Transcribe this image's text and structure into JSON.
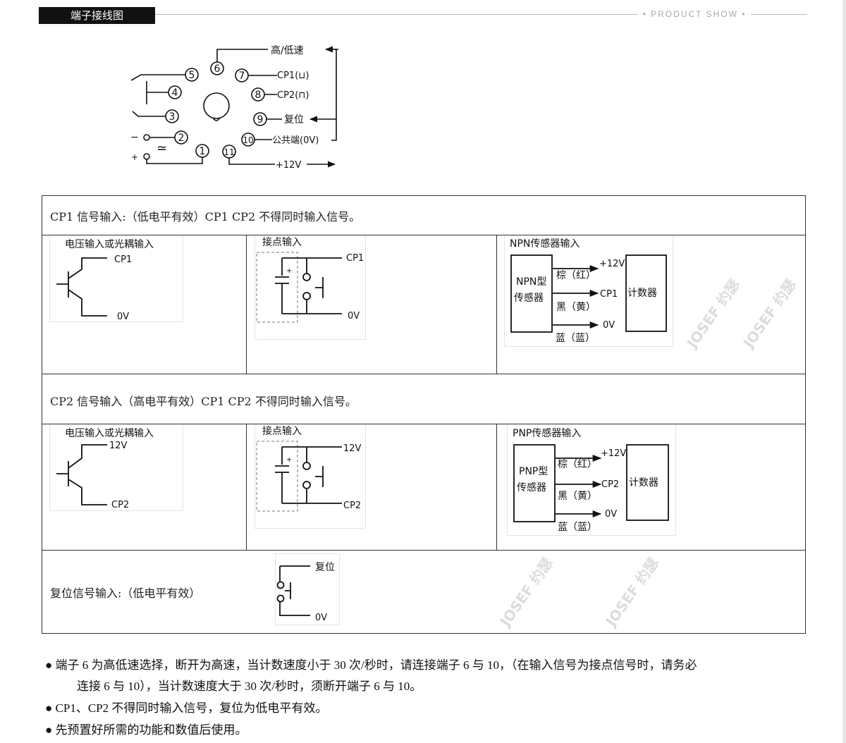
{
  "header": {
    "title": "端子接线图",
    "tagline": "PRODUCT SHOW"
  },
  "terminal_diagram": {
    "pins": [
      "1",
      "2",
      "3",
      "4",
      "5",
      "6",
      "7",
      "8",
      "9",
      "10",
      "11"
    ],
    "labels": {
      "speed": "高/低速",
      "cp1": "CP1(⊔)",
      "cp2": "CP2(⊓)",
      "reset": "复位",
      "common": "公共端(0V)",
      "v12": "+12V",
      "minus": "−",
      "plus": "+",
      "ac": "≃"
    }
  },
  "table": {
    "row1_text": "CP1 信号输入:（低电平有效）CP1  CP2 不得同时输入信号。",
    "row2_text": "CP2 信号输入（高电平有效）CP1  CP2 不得同时输入信号。",
    "row3_text": "复位信号输入:（低电平有效）",
    "voltage1": {
      "title": "电压输入或光耦输入",
      "top": "CP1",
      "bottom": "0V"
    },
    "contact1": {
      "title": "接点输入",
      "top": "CP1",
      "bottom": "0V",
      "plus": "+"
    },
    "npn": {
      "title": "NPN传感器输入",
      "sensor_line1": "NPN型",
      "sensor_line2": "传感器",
      "counter": "计数器",
      "v12": "+12V",
      "cp": "CP1",
      "zero": "0V",
      "brown": "棕（红）",
      "black": "黑（黄）",
      "blue": "蓝（蓝）"
    },
    "voltage2": {
      "title": "电压输入或光耦输入",
      "top": "12V",
      "bottom": "CP2"
    },
    "contact2": {
      "title": "接点输入",
      "top": "12V",
      "bottom": "CP2",
      "plus": "+"
    },
    "pnp": {
      "title": "PNP传感器输入",
      "sensor_line1": "PNP型",
      "sensor_line2": "传感器",
      "counter": "计数器",
      "v12": "+12V",
      "cp": "CP2",
      "zero": "0V",
      "brown": "棕（红）",
      "black": "黑（黄）",
      "blue": "蓝（蓝）"
    },
    "reset": {
      "top": "复位",
      "bottom": "0V"
    }
  },
  "watermark": "JOSEF 约瑟",
  "notes": [
    "端子 6 为高低速选择，断开为高速，当计数速度小于 30 次/秒时，请连接端子 6 与 10，（在输入信号为接点信号时，请务必",
    "连接 6 与 10），当计数速度大于 30 次/秒时，须断开端子 6 与 10。",
    "CP1、CP2 不得同时输入信号，复位为低电平有效。",
    "先预置好所需的功能和数值后使用。"
  ],
  "bullet_glyph": "●"
}
